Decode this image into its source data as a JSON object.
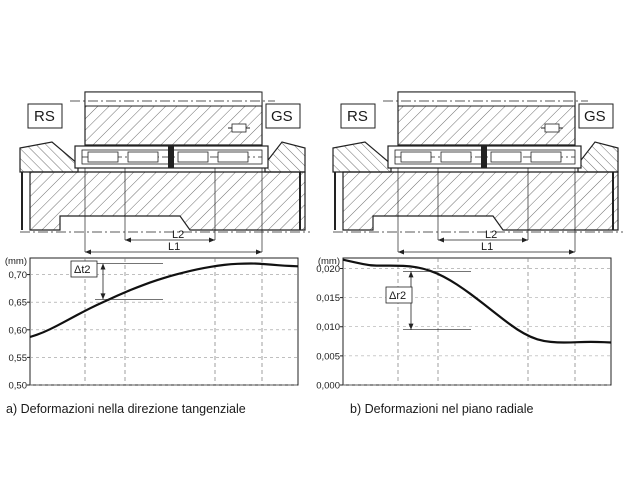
{
  "labels": {
    "left_side": "RS",
    "right_side": "GS",
    "dim_l1": "L1",
    "dim_l2": "L2",
    "delta_t2": "Δt2",
    "delta_r2": "Δr2"
  },
  "chart_data": [
    {
      "type": "line",
      "title": "",
      "caption": "a) Deformazioni nella direzione tangenziale",
      "ylabel": "(mm)",
      "xlabel": "",
      "ylim": [
        0.5,
        0.73
      ],
      "yticks": [
        "0,50",
        "0,55",
        "0,60",
        "0,65",
        "0,70"
      ],
      "ytick_values": [
        0.5,
        0.55,
        0.6,
        0.65,
        0.7
      ],
      "grid": true,
      "x": [
        0,
        0.05,
        0.1,
        0.15,
        0.2,
        0.25,
        0.3,
        0.35,
        0.4,
        0.45,
        0.5,
        0.55,
        0.6,
        0.65,
        0.7,
        0.75,
        0.8,
        0.85,
        0.9,
        0.95,
        1.0
      ],
      "series": [
        {
          "values": [
            0.587,
            0.595,
            0.607,
            0.62,
            0.633,
            0.645,
            0.656,
            0.667,
            0.677,
            0.686,
            0.694,
            0.701,
            0.707,
            0.712,
            0.716,
            0.719,
            0.72,
            0.72,
            0.718,
            0.716,
            0.715
          ]
        }
      ],
      "annotation": {
        "label": "Δt2",
        "from": 0.655,
        "to": 0.72
      }
    },
    {
      "type": "line",
      "title": "",
      "caption": "b) Deformazioni nel piano radiale",
      "ylabel": "(mm)",
      "xlabel": "",
      "ylim": [
        0.0,
        0.0218
      ],
      "yticks": [
        "0,000",
        "0,005",
        "0,010",
        "0,015",
        "0,020"
      ],
      "ytick_values": [
        0.0,
        0.005,
        0.01,
        0.015,
        0.02
      ],
      "grid": true,
      "x": [
        0,
        0.05,
        0.1,
        0.15,
        0.2,
        0.25,
        0.3,
        0.35,
        0.4,
        0.45,
        0.5,
        0.55,
        0.6,
        0.65,
        0.7,
        0.75,
        0.8,
        0.85,
        0.9,
        0.95,
        1.0
      ],
      "series": [
        {
          "values": [
            0.0215,
            0.021,
            0.0205,
            0.0205,
            0.0205,
            0.0204,
            0.02,
            0.0192,
            0.018,
            0.0165,
            0.0148,
            0.013,
            0.0112,
            0.0095,
            0.0082,
            0.0075,
            0.0073,
            0.0073,
            0.0074,
            0.0074,
            0.0073
          ]
        }
      ],
      "annotation": {
        "label": "Δr2",
        "from": 0.0095,
        "to": 0.0195
      }
    }
  ]
}
